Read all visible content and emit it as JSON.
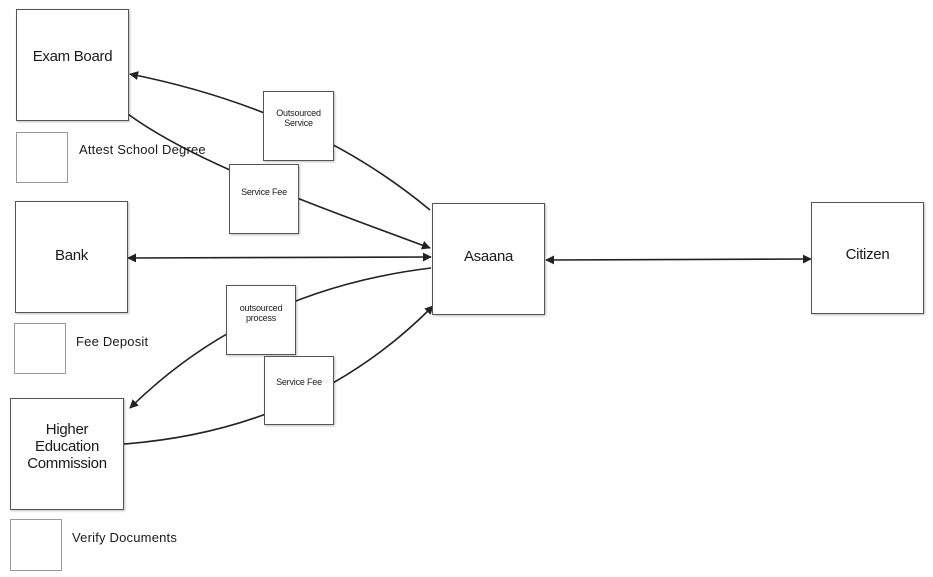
{
  "nodes": {
    "exam_board": "Exam Board",
    "bank": "Bank",
    "hec": "Higher Education Commission",
    "asaana": "Asaana",
    "citizen": "Citizen"
  },
  "edge_labels": {
    "outsourced_service": "Outsourced Service",
    "service_fee_top": "Service Fee",
    "outsourced_process": "outsourced process",
    "service_fee_bottom": "Service Fee"
  },
  "legend": {
    "exam_board": "Attest School Degree",
    "bank": "Fee Deposit",
    "hec": "Verify Documents"
  },
  "colors": {
    "stroke": "#555555",
    "edge": "#222222",
    "text": "#1a1a1a"
  }
}
